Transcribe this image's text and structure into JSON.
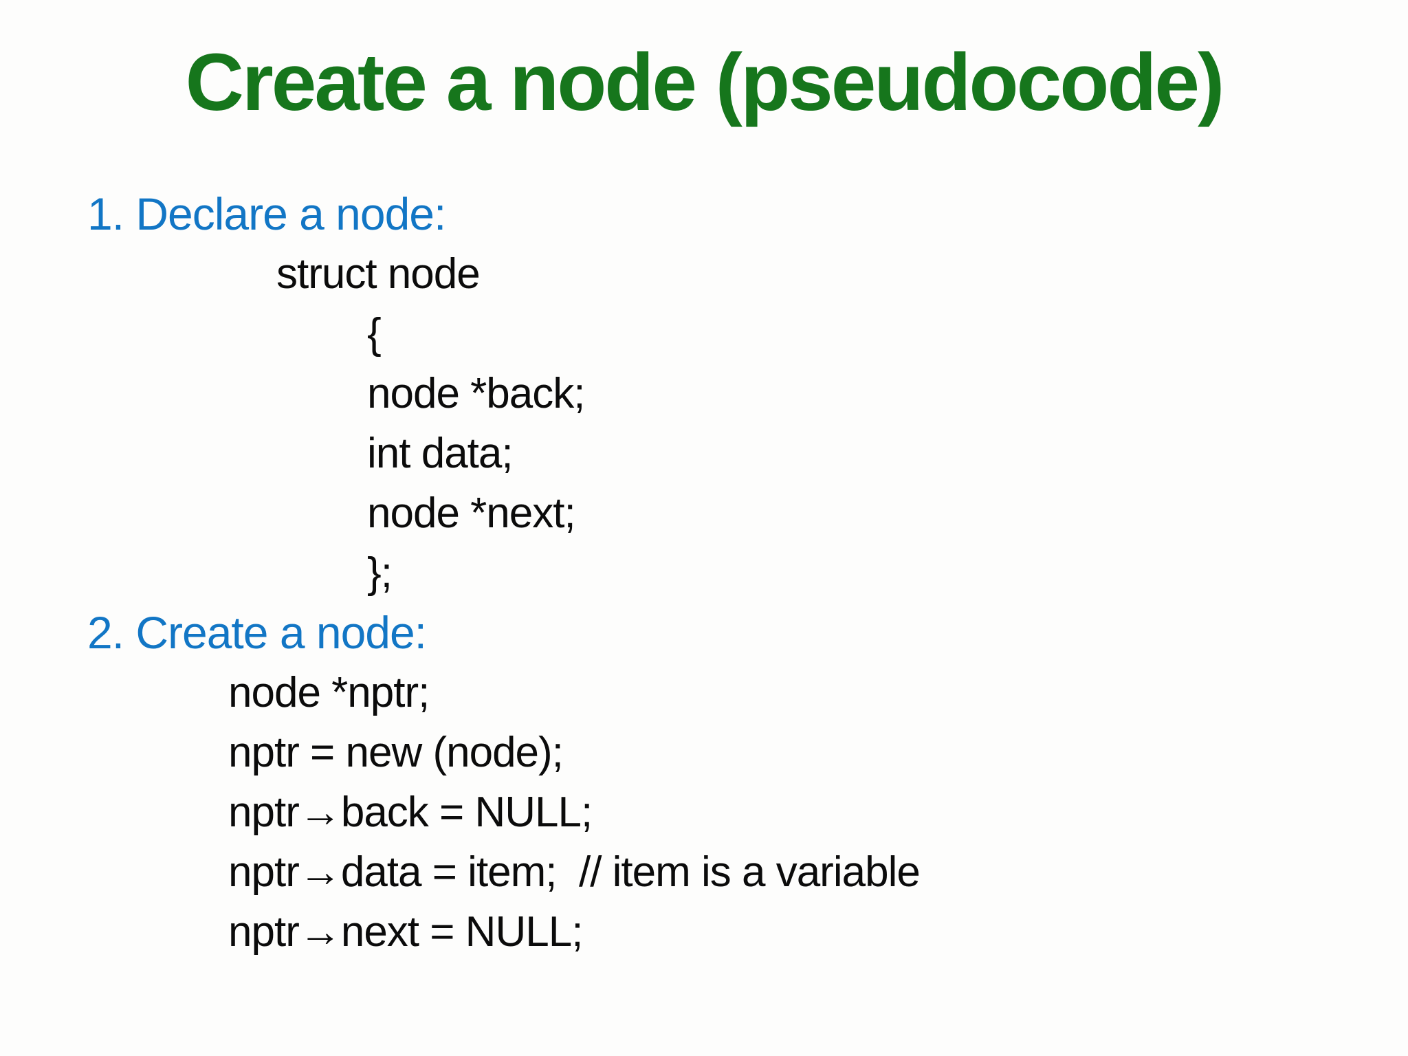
{
  "slide": {
    "title": "Create a node (pseudocode)",
    "colors": {
      "title_green": "#16761C",
      "heading_blue": "#1276C5",
      "code_black": "#0b0b0b",
      "background": "#fdfdfc"
    },
    "sections": [
      {
        "heading": "1. Declare a node:",
        "lines": [
          {
            "text": "struct node"
          },
          {
            "text": "{"
          },
          {
            "text": "node *back;"
          },
          {
            "text": "int data;"
          },
          {
            "text": "node *next;"
          },
          {
            "text": "};"
          }
        ]
      },
      {
        "heading": "2. Create a node:",
        "lines": [
          {
            "text": "node *nptr;"
          },
          {
            "text": "nptr = new (node);"
          },
          {
            "text": "nptr→back = NULL;"
          },
          {
            "text": "nptr→data = item;  // item is a variable"
          },
          {
            "text": "nptr→next = NULL;"
          }
        ]
      }
    ]
  }
}
